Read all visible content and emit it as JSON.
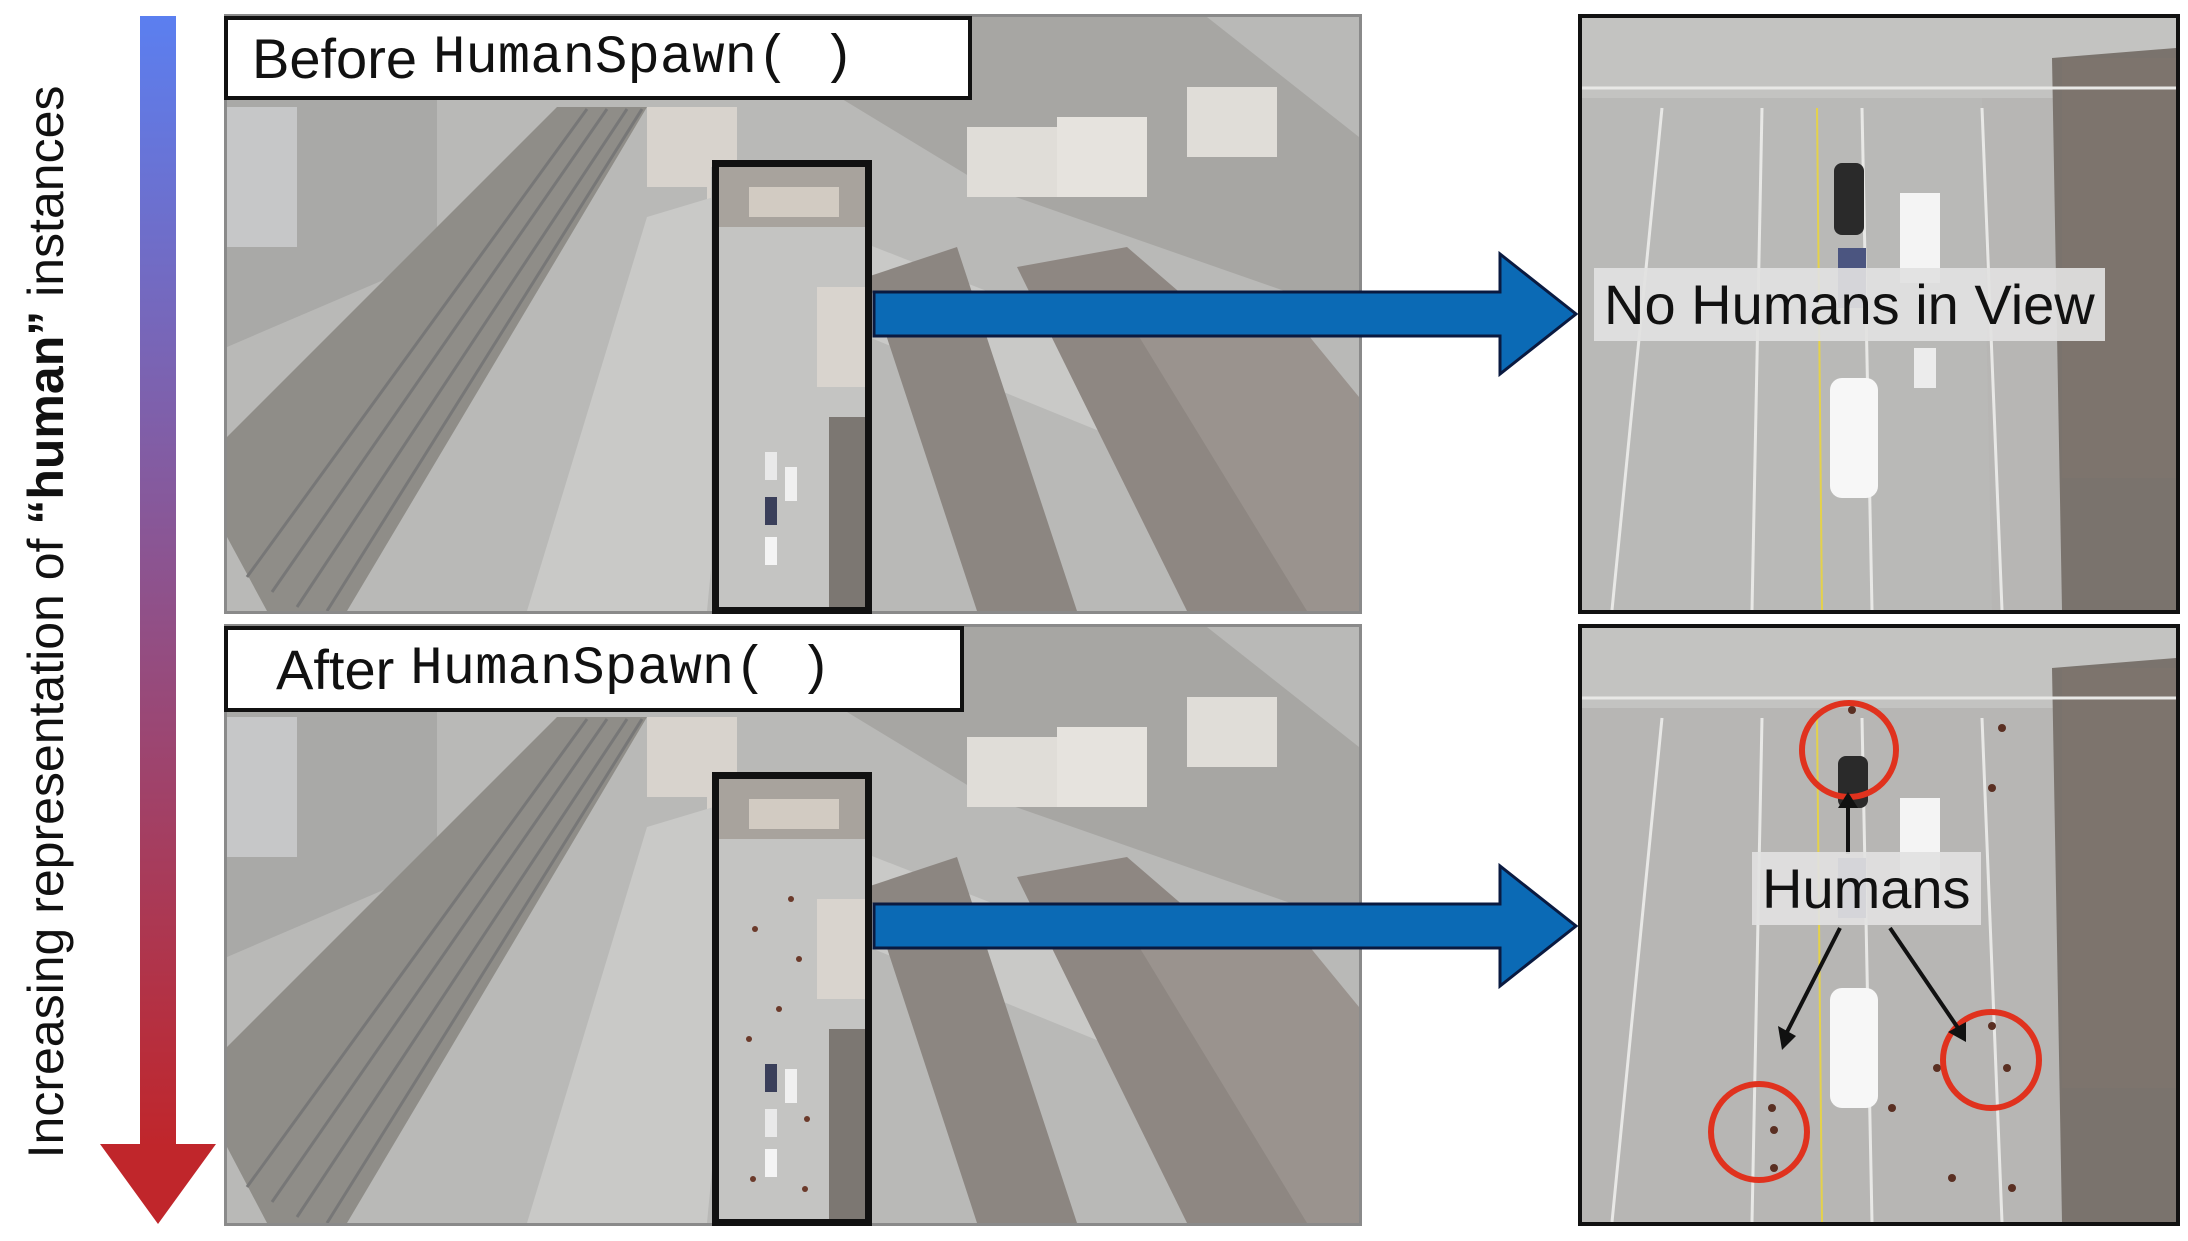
{
  "side_label": {
    "prefix": "Increasing representation of ",
    "emphasis": "“human”",
    "suffix": " instances"
  },
  "top_panel": {
    "title_word": "Before",
    "title_code": "HumanSpawn( )"
  },
  "bottom_panel": {
    "title_word": "After",
    "title_code": "HumanSpawn( )"
  },
  "zoom_top": {
    "label": "No Humans in View"
  },
  "zoom_bottom": {
    "label": "Humans"
  },
  "colors": {
    "gradient_top": "#5b7ff0",
    "gradient_bottom": "#c0262b",
    "arrow_fill": "#0b6ab5",
    "highlight_circle": "#e0321e"
  }
}
